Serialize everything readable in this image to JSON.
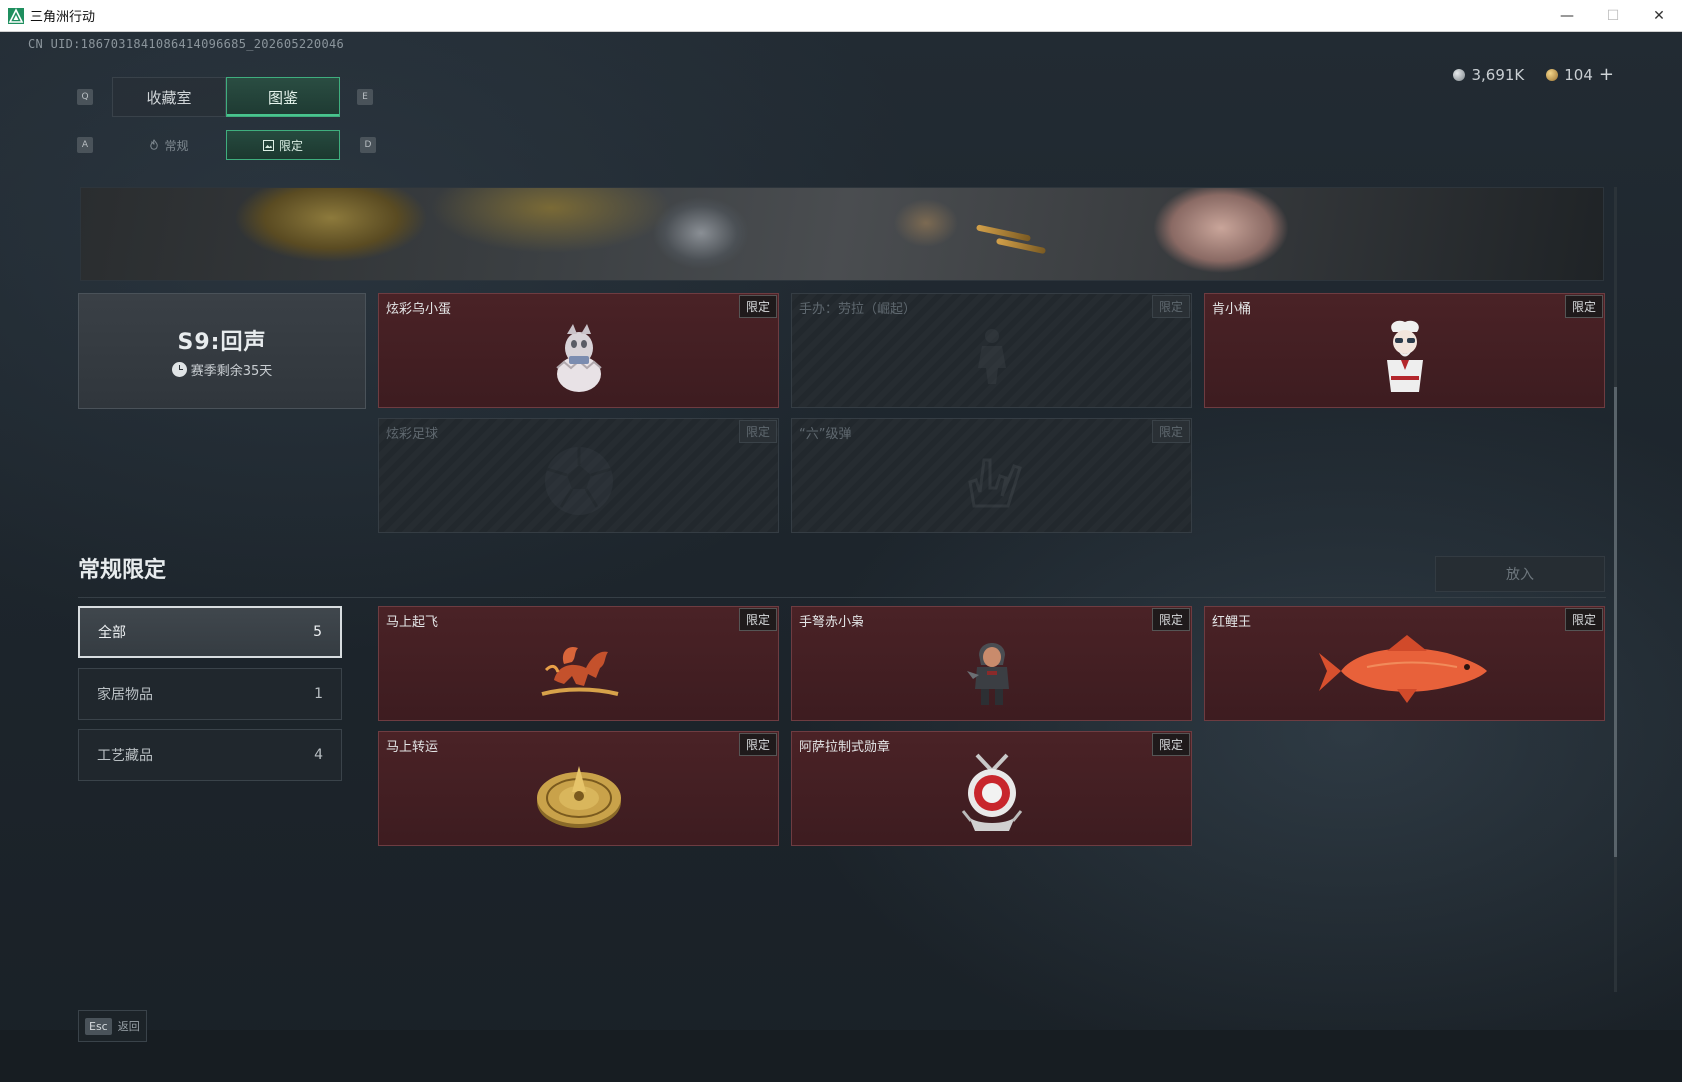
{
  "window": {
    "title": "三角洲行动",
    "controls": {
      "minimize": "—",
      "maximize": "☐",
      "close": "✕"
    }
  },
  "uid": "CN UID:1867031841086414096685_202605220046",
  "currency": {
    "silver": "3,691K",
    "gold": "104",
    "plus": "+"
  },
  "keyhints": {
    "prev_tab": "Q",
    "next_tab": "E",
    "prev_sub": "A",
    "next_sub": "D"
  },
  "tabs": [
    {
      "label": "收藏室",
      "active": false
    },
    {
      "label": "图鉴",
      "active": true
    }
  ],
  "subtabs": [
    {
      "label": "常规",
      "active": false
    },
    {
      "label": "限定",
      "active": true
    }
  ],
  "season": {
    "title": "S9:回声",
    "remaining": "赛季剩余35天"
  },
  "season_items": [
    {
      "name": "炫彩乌小蛋",
      "tag": "限定",
      "locked": false,
      "icon": "egg-figure-icon"
    },
    {
      "name": "手办：劳拉（崛起）",
      "tag": "限定",
      "locked": true,
      "icon": "figurine-icon"
    },
    {
      "name": "肯小桶",
      "tag": "限定",
      "locked": false,
      "icon": "chef-figure-icon"
    },
    {
      "name": "炫彩足球",
      "tag": "限定",
      "locked": true,
      "icon": "football-icon"
    },
    {
      "name": "“六”级弹",
      "tag": "限定",
      "locked": true,
      "icon": "hand-sign-icon"
    }
  ],
  "section": {
    "title": "常规限定",
    "place_button": "放入"
  },
  "filters": [
    {
      "label": "全部",
      "count": "5",
      "active": true
    },
    {
      "label": "家居物品",
      "count": "1",
      "active": false
    },
    {
      "label": "工艺藏品",
      "count": "4",
      "active": false
    }
  ],
  "regular_items": [
    {
      "name": "马上起飞",
      "tag": "限定",
      "locked": false,
      "icon": "flying-horse-icon"
    },
    {
      "name": "手弩赤小枭",
      "tag": "限定",
      "locked": false,
      "icon": "hooded-figure-icon"
    },
    {
      "name": "红鲤王",
      "tag": "限定",
      "locked": false,
      "icon": "red-carp-icon"
    },
    {
      "name": "马上转运",
      "tag": "限定",
      "locked": false,
      "icon": "golden-compass-icon"
    },
    {
      "name": "阿萨拉制式勋章",
      "tag": "限定",
      "locked": false,
      "icon": "medal-icon"
    }
  ],
  "footer": {
    "esc_key": "Esc",
    "esc_label": "返回"
  },
  "colors": {
    "accent_green": "#3fae7e",
    "card_red": "#4a2226",
    "card_locked": "#262c31"
  }
}
